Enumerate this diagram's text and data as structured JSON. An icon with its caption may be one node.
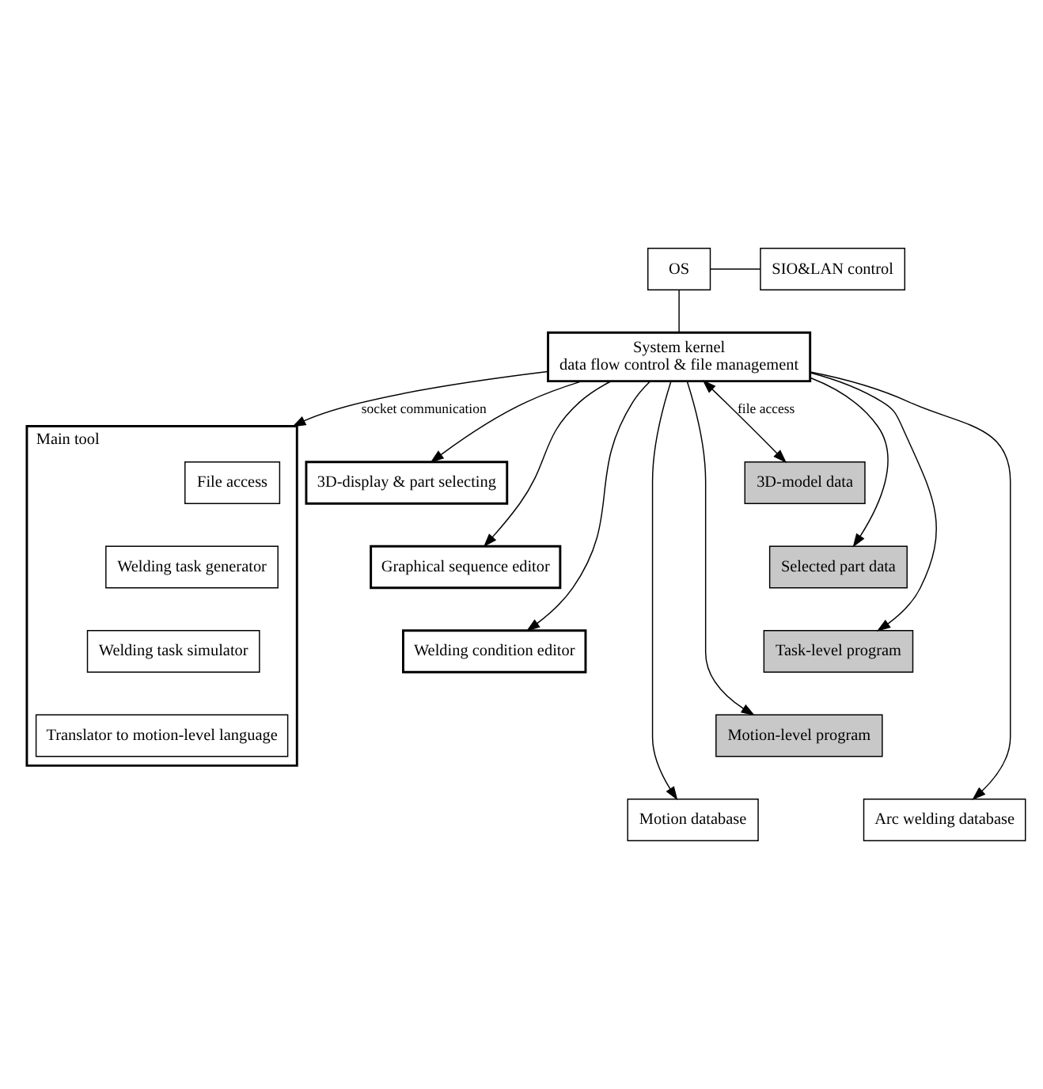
{
  "diagram": {
    "nodes": [
      {
        "text": [
          "OS"
        ]
      },
      {
        "text": [
          "SIO&LAN control"
        ]
      },
      {
        "text": [
          "System kernel",
          "data flow control & file management"
        ]
      },
      {
        "text": [
          "Main tool"
        ]
      },
      {
        "text": [
          "File access"
        ],
        "in": 3
      },
      {
        "text": [
          "Welding task generator"
        ],
        "in": 3
      },
      {
        "text": [
          "Welding task simulator"
        ],
        "in": 3
      },
      {
        "text": [
          "Translator to motion-level language"
        ],
        "in": 3
      },
      {
        "text": [
          "3D-display & part selecting"
        ]
      },
      {
        "text": [
          "Graphical sequence editor"
        ]
      },
      {
        "text": [
          "Welding condition editor"
        ]
      },
      {
        "text": [
          "3D-model data"
        ]
      },
      {
        "text": [
          "Selected part data"
        ]
      },
      {
        "text": [
          "Task-level program"
        ]
      },
      {
        "text": [
          "Motion-level program"
        ]
      },
      {
        "text": [
          "Motion database"
        ]
      },
      {
        "text": [
          "Arc welding database"
        ]
      }
    ],
    "edges": [
      {
        "from": 0,
        "to": 1,
        "arrow": "none"
      },
      {
        "from": 0,
        "to": 2,
        "arrow": "none"
      },
      {
        "from": 2,
        "to": 3,
        "arrow": "to",
        "label": "socket communication"
      },
      {
        "from": 2,
        "to": 8,
        "arrow": "to"
      },
      {
        "from": 2,
        "to": 9,
        "arrow": "to"
      },
      {
        "from": 2,
        "to": 10,
        "arrow": "to"
      },
      {
        "from": 2,
        "to": 11,
        "arrow": "both",
        "label": "file access"
      },
      {
        "from": 2,
        "to": 12,
        "arrow": "to"
      },
      {
        "from": 2,
        "to": 13,
        "arrow": "to"
      },
      {
        "from": 2,
        "to": 14,
        "arrow": "to"
      },
      {
        "from": 2,
        "to": 15,
        "arrow": "to"
      },
      {
        "from": 2,
        "to": 16,
        "arrow": "to"
      }
    ]
  }
}
